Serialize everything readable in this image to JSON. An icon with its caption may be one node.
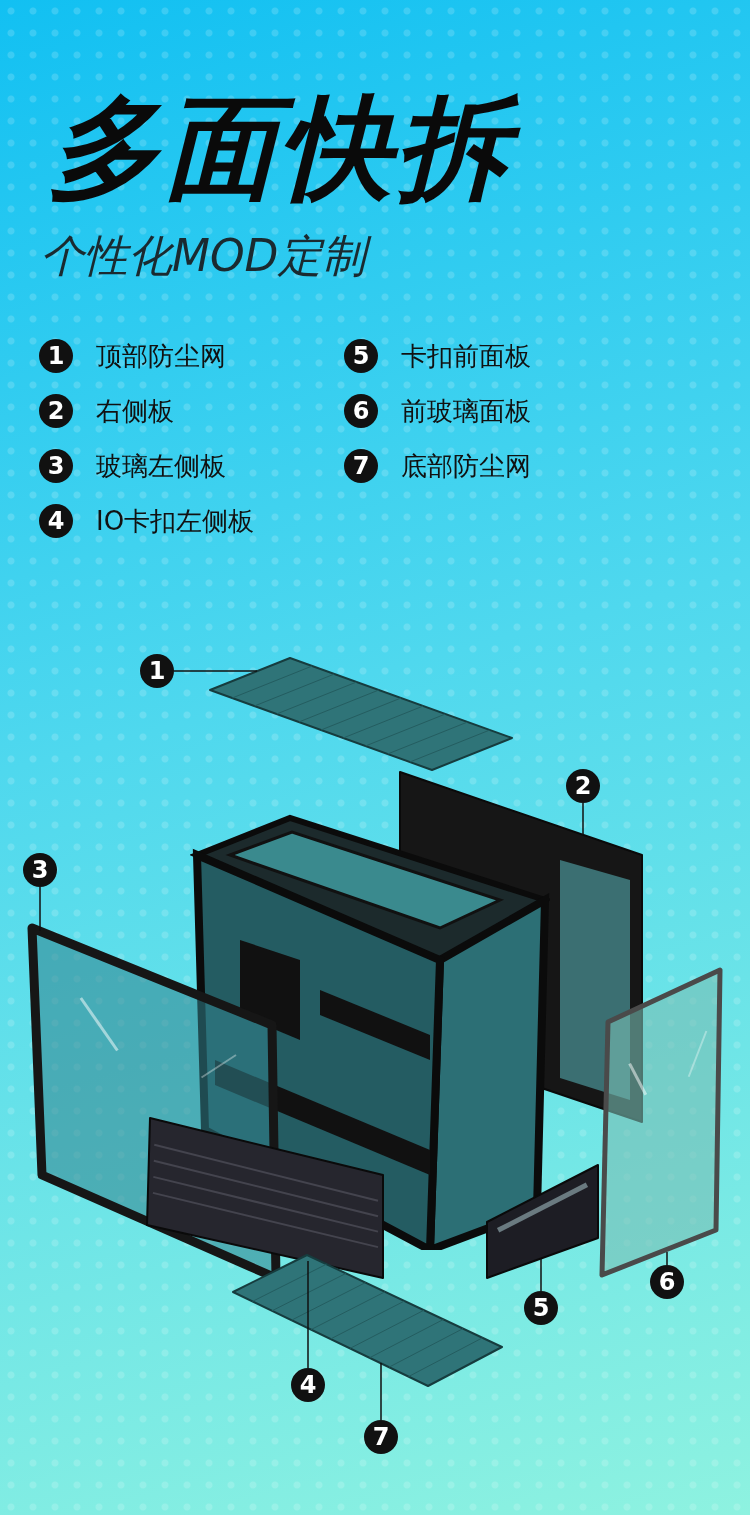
{
  "diagram": {
    "title": "多面快拆",
    "nodes": [
      {
        "text": [
          "1"
        ],
        "beside": [
          "顶部防尘网"
        ]
      },
      {
        "text": [
          "5"
        ],
        "beside": [
          "卡扣前面板"
        ]
      },
      {
        "text": [
          "2"
        ],
        "beside": [
          "右侧板"
        ]
      },
      {
        "text": [
          "6"
        ],
        "beside": [
          "前玻璃面板"
        ]
      },
      {
        "text": [
          "3"
        ],
        "beside": [
          "玻璃左侧板"
        ]
      },
      {
        "text": [
          "7"
        ],
        "beside": [
          "底部防尘网"
        ]
      },
      {
        "text": [
          "4"
        ],
        "beside": [
          "IO卡扣左侧板"
        ]
      },
      {
        "text": [
          "1"
        ]
      },
      {
        "text": [
          "2"
        ]
      },
      {
        "text": [
          "3"
        ]
      },
      {
        "text": [
          "4"
        ]
      },
      {
        "text": [
          "5"
        ]
      },
      {
        "text": [
          "6"
        ]
      },
      {
        "text": [
          "7"
        ]
      },
      {
        "text": [],
        "shape": "picture"
      },
      {
        "text": [],
        "shape": "picture"
      },
      {
        "text": [],
        "shape": "picture"
      },
      {
        "text": [],
        "shape": "picture"
      },
      {
        "text": [],
        "shape": "picture"
      },
      {
        "text": [],
        "shape": "picture"
      },
      {
        "text": [],
        "shape": "picture"
      }
    ],
    "edges": [
      {
        "from": 7,
        "to": 14,
        "arrow": "none"
      },
      {
        "from": 8,
        "to": 15,
        "arrow": "none"
      },
      {
        "from": 9,
        "to": 16,
        "arrow": "none"
      },
      {
        "from": 10,
        "to": 17,
        "arrow": "none"
      },
      {
        "from": 11,
        "to": 18,
        "arrow": "none"
      },
      {
        "from": 12,
        "to": 19,
        "arrow": "none"
      },
      {
        "from": 13,
        "to": 20,
        "arrow": "none"
      }
    ],
    "labels": [
      "个性化MOD定制"
    ]
  }
}
